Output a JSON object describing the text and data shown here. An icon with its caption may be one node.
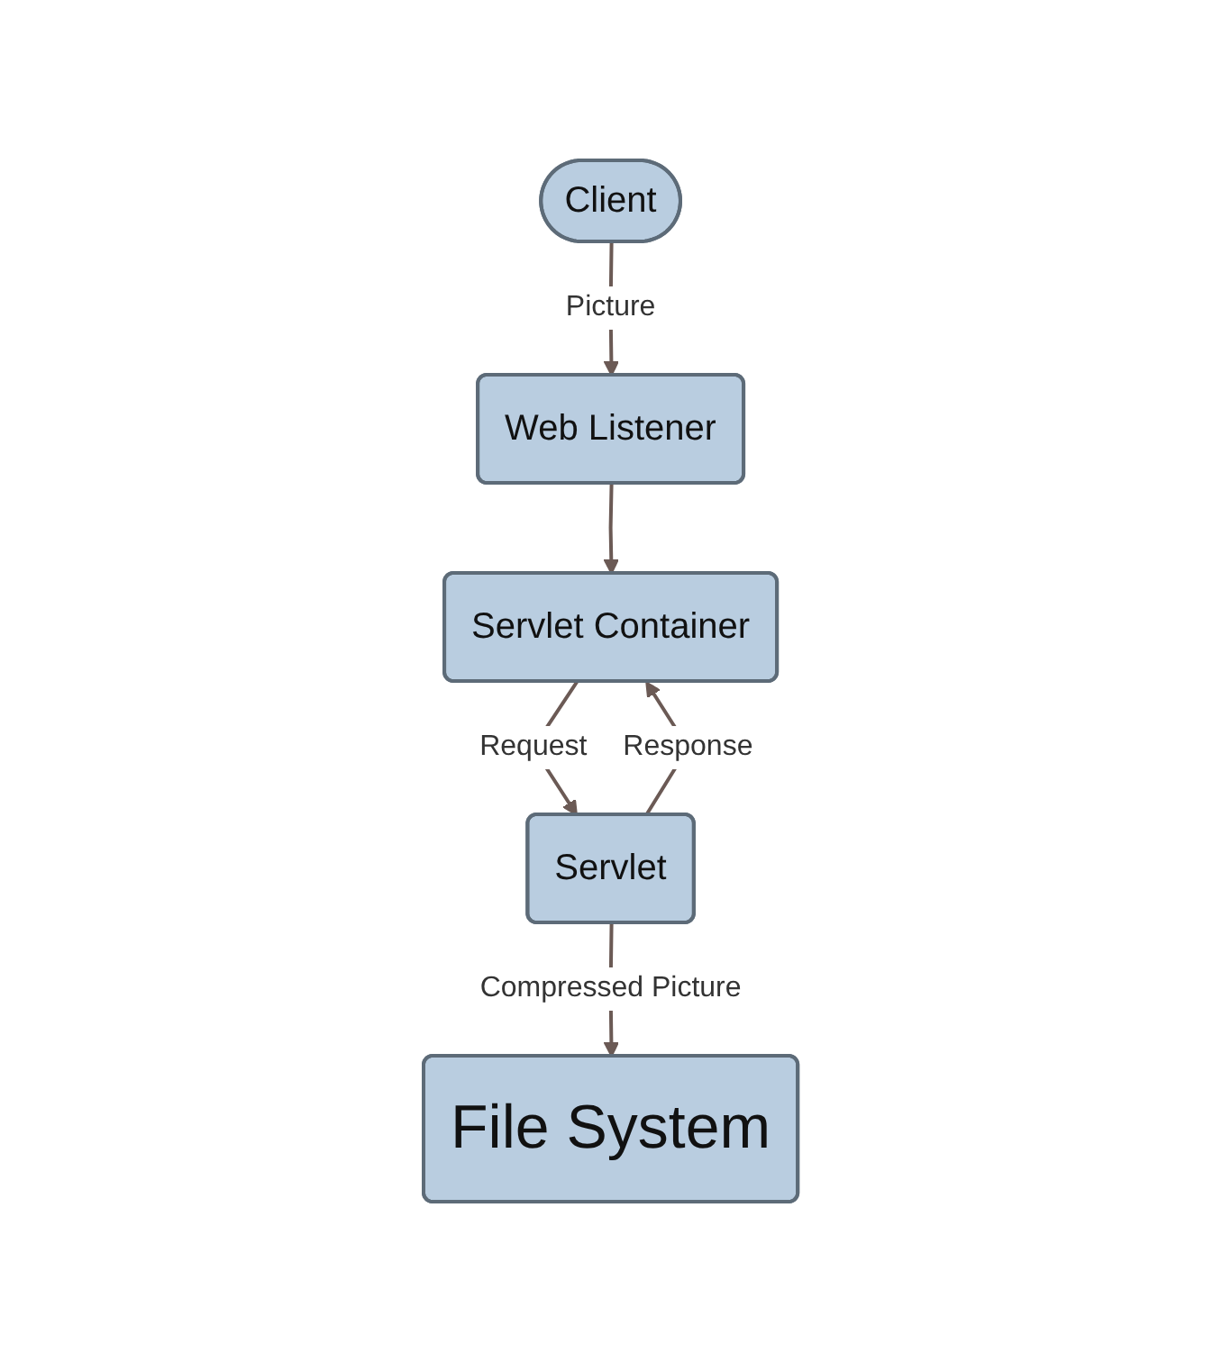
{
  "diagram": {
    "nodes": [
      {
        "text": [
          "Client"
        ]
      },
      {
        "text": [
          "Web Listener"
        ]
      },
      {
        "text": [
          "Servlet Container"
        ]
      },
      {
        "text": [
          "File System"
        ]
      },
      {
        "text": [
          "Servlet"
        ]
      }
    ],
    "edges": [
      {
        "from": 0,
        "to": 1,
        "arrow": "to",
        "label": "Picture"
      },
      {
        "from": 1,
        "to": 2,
        "arrow": "to"
      },
      {
        "from": 2,
        "to": 4,
        "arrow": "to",
        "label": "Request"
      },
      {
        "from": 4,
        "to": 2,
        "arrow": "to",
        "label": "Response"
      },
      {
        "from": 4,
        "to": 3,
        "arrow": "to",
        "label": "Compressed Picture"
      }
    ]
  }
}
